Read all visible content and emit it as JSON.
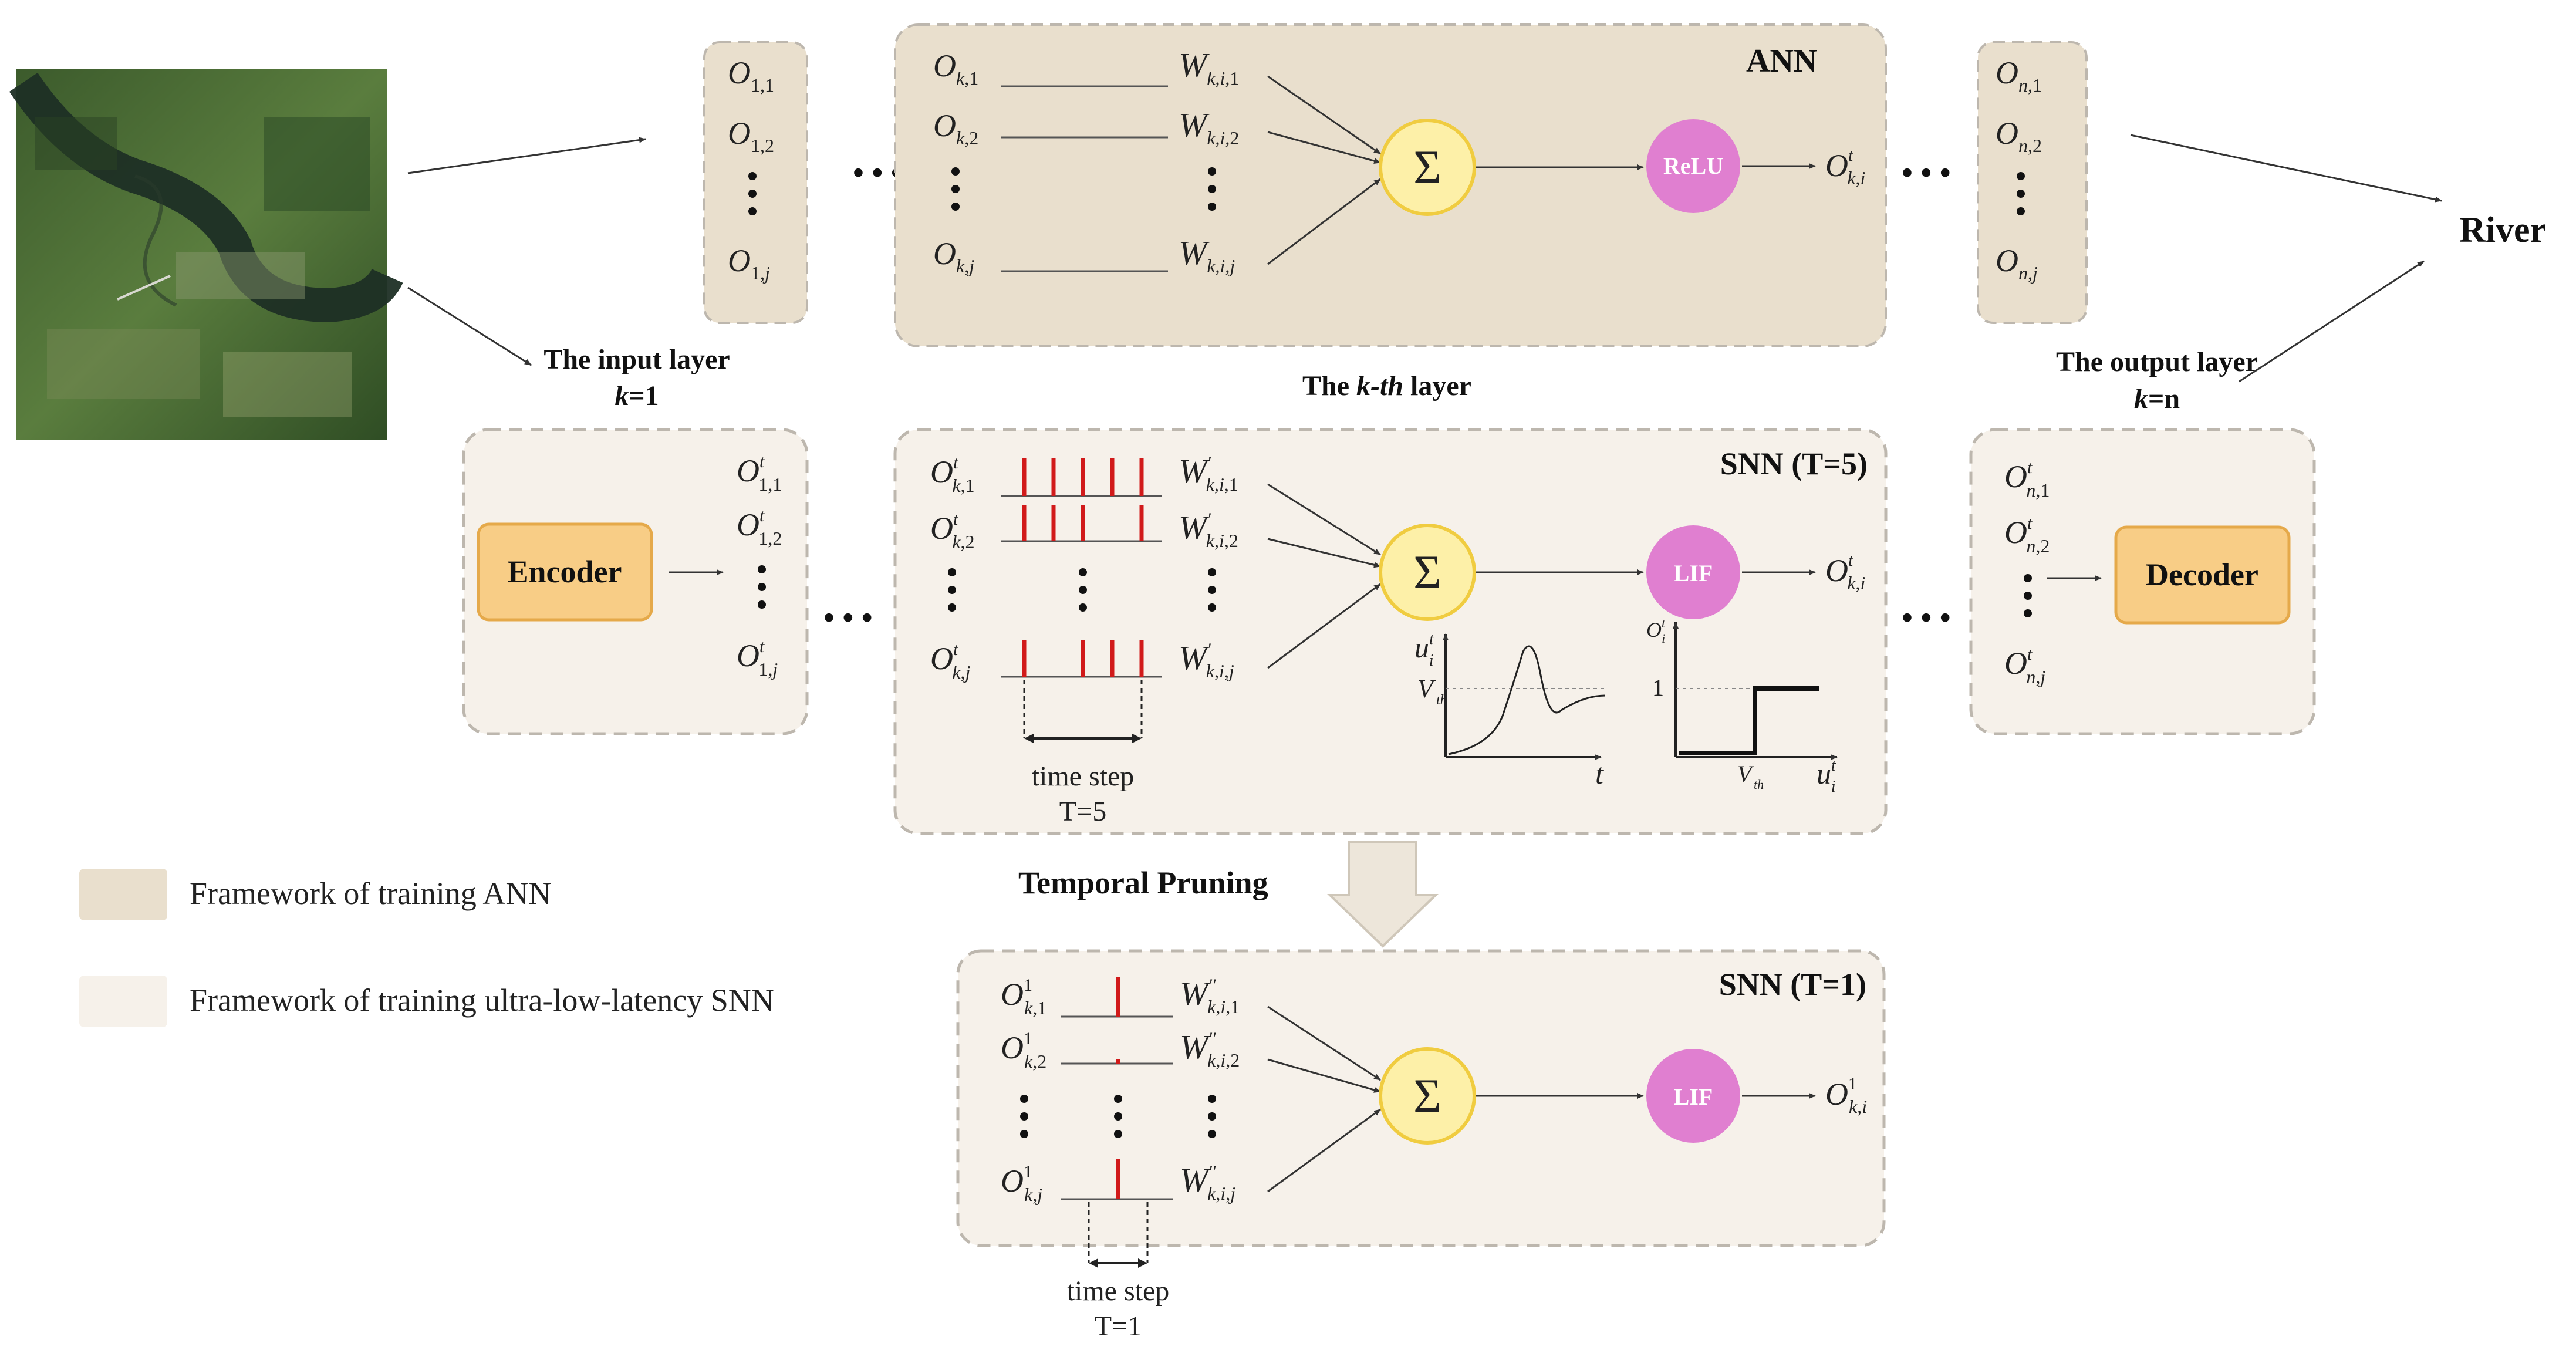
{
  "colors": {
    "ann_panel": "#e9dfcd",
    "snn_panel": "#f6f1ea",
    "border": "#bdb7ae",
    "sum_fill": "#fdf0a8",
    "sum_stroke": "#f0cc40",
    "neuron_fill": "#e07fd0",
    "coder_fill": "#f8cd86",
    "coder_stroke": "#e5a94a",
    "spike": "#d11a1a",
    "pruning_arrow": "#ede6da"
  },
  "image": {
    "description": "satellite-image",
    "icon": "river-satellite-tile"
  },
  "ann": {
    "title": "ANN",
    "neuron_label": "ReLU",
    "sum_symbol": "Σ",
    "input_node": {
      "base": "O",
      "sub": "1,",
      "sub_j": "j"
    }
  },
  "labels": {
    "input_layer": "The input layer",
    "input_k": "k",
    "input_k_rest": "=1",
    "kth_prefix": "The ",
    "kth_italic": "k-th",
    "kth_suffix": " layer",
    "output_layer": "The output layer",
    "output_k": "k",
    "output_k_rest": "=n",
    "river": "River",
    "temporal_pruning": "Temporal Pruning",
    "ellipsis": "• • •"
  },
  "snn5": {
    "title": "SNN (T=5)",
    "neuron_label": "LIF",
    "encoder": "Encoder",
    "decoder": "Decoder",
    "time_step": "time step",
    "time_T": "T=5",
    "vth": "V",
    "vth_sub": "th",
    "u_axis": "u",
    "t_axis": "t",
    "one": "1"
  },
  "snn1": {
    "title": "SNN (T=1)",
    "neuron_label": "LIF",
    "time_step": "time step",
    "time_T": "T=1"
  },
  "legend": [
    {
      "label": "Framework of training ANN",
      "color": "#e9dfcd"
    },
    {
      "label": "Framework of training ultra-low-latency SNN",
      "color": "#f6f1ea"
    }
  ]
}
